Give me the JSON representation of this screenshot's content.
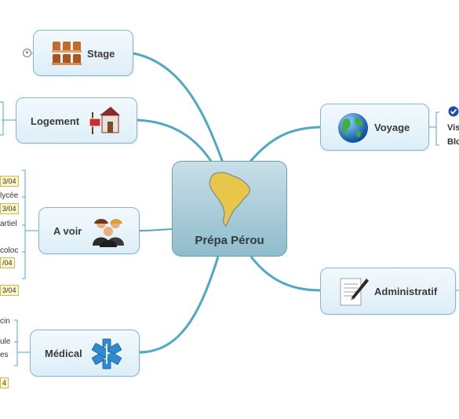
{
  "central": {
    "title": "Prépa Pérou",
    "icon": "south-america-map-icon"
  },
  "branches": {
    "stage": {
      "label": "Stage",
      "icon": "cinema-seats-icon",
      "expander": "+"
    },
    "logement": {
      "label": "Logement",
      "icon": "house-for-sale-icon"
    },
    "avoir": {
      "label": "A voir",
      "icon": "people-group-icon",
      "children": [
        "lycée",
        "artiel",
        "coloc"
      ],
      "dates": [
        "3/04",
        "3/04",
        "/04",
        "3/04"
      ]
    },
    "medical": {
      "label": "Médical",
      "icon": "medical-star-of-life-icon",
      "children": [
        "cin",
        "ule",
        "es"
      ],
      "dates": [
        "4"
      ]
    },
    "voyage": {
      "label": "Voyage",
      "icon": "globe-icon",
      "children": [
        "Vis",
        "Blo"
      ],
      "status": "checkmark-icon"
    },
    "administratif": {
      "label": "Administratif",
      "icon": "document-pen-icon"
    }
  },
  "colors": {
    "connector": "#4fa9c3",
    "node_border": "#7fb8cf",
    "date_bg": "#fff6c6"
  }
}
